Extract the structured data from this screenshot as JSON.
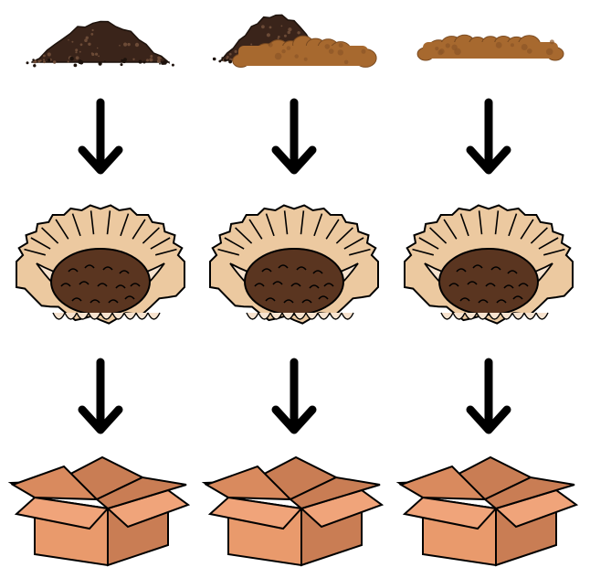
{
  "figure": {
    "columns": [
      {
        "id": "col-1",
        "material": "dark-coffee-grounds-pile-icon",
        "filter": "coffee-filter-with-grounds-icon",
        "box": "open-cardboard-box-icon"
      },
      {
        "id": "col-2",
        "material": "mixed-grounds-pile-icon",
        "filter": "coffee-filter-with-grounds-icon",
        "box": "open-cardboard-box-icon"
      },
      {
        "id": "col-3",
        "material": "light-brown-pile-icon",
        "filter": "coffee-filter-with-grounds-icon",
        "box": "open-cardboard-box-icon"
      }
    ],
    "arrow_icon": "down-arrow-icon"
  },
  "colors": {
    "dark_grounds": "#3a241a",
    "light_grounds": "#a7692f",
    "filter_paper": "#ecc9a0",
    "filter_fill": "#5a3520",
    "box_front": "#e99a6c",
    "box_side": "#c97d54",
    "arrow": "#000000"
  }
}
